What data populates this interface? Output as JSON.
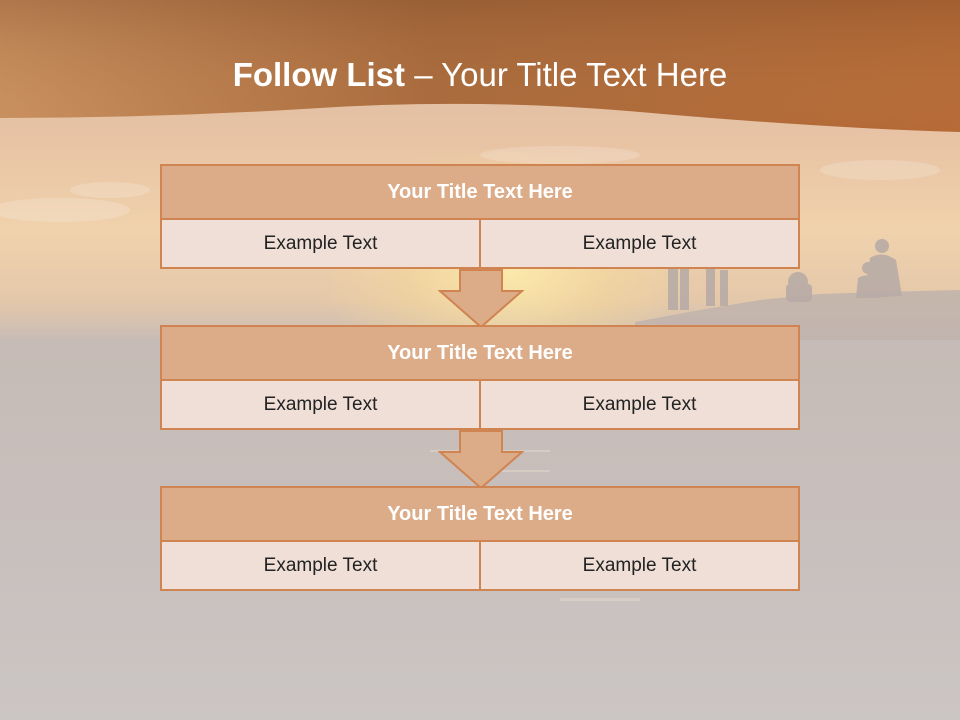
{
  "slide": {
    "title_bold": "Follow List",
    "title_rest": " – Your Title Text Here"
  },
  "colors": {
    "header": "#b86d3a",
    "block_title_fill": "#dcab88",
    "block_border": "#cf8452",
    "cell_fill": "#efdfd7"
  },
  "blocks": [
    {
      "title": "Your Title Text Here",
      "left": "Example Text",
      "right": "Example Text"
    },
    {
      "title": "Your Title Text Here",
      "left": "Example Text",
      "right": "Example Text"
    },
    {
      "title": "Your Title Text Here",
      "left": "Example Text",
      "right": "Example Text"
    }
  ]
}
